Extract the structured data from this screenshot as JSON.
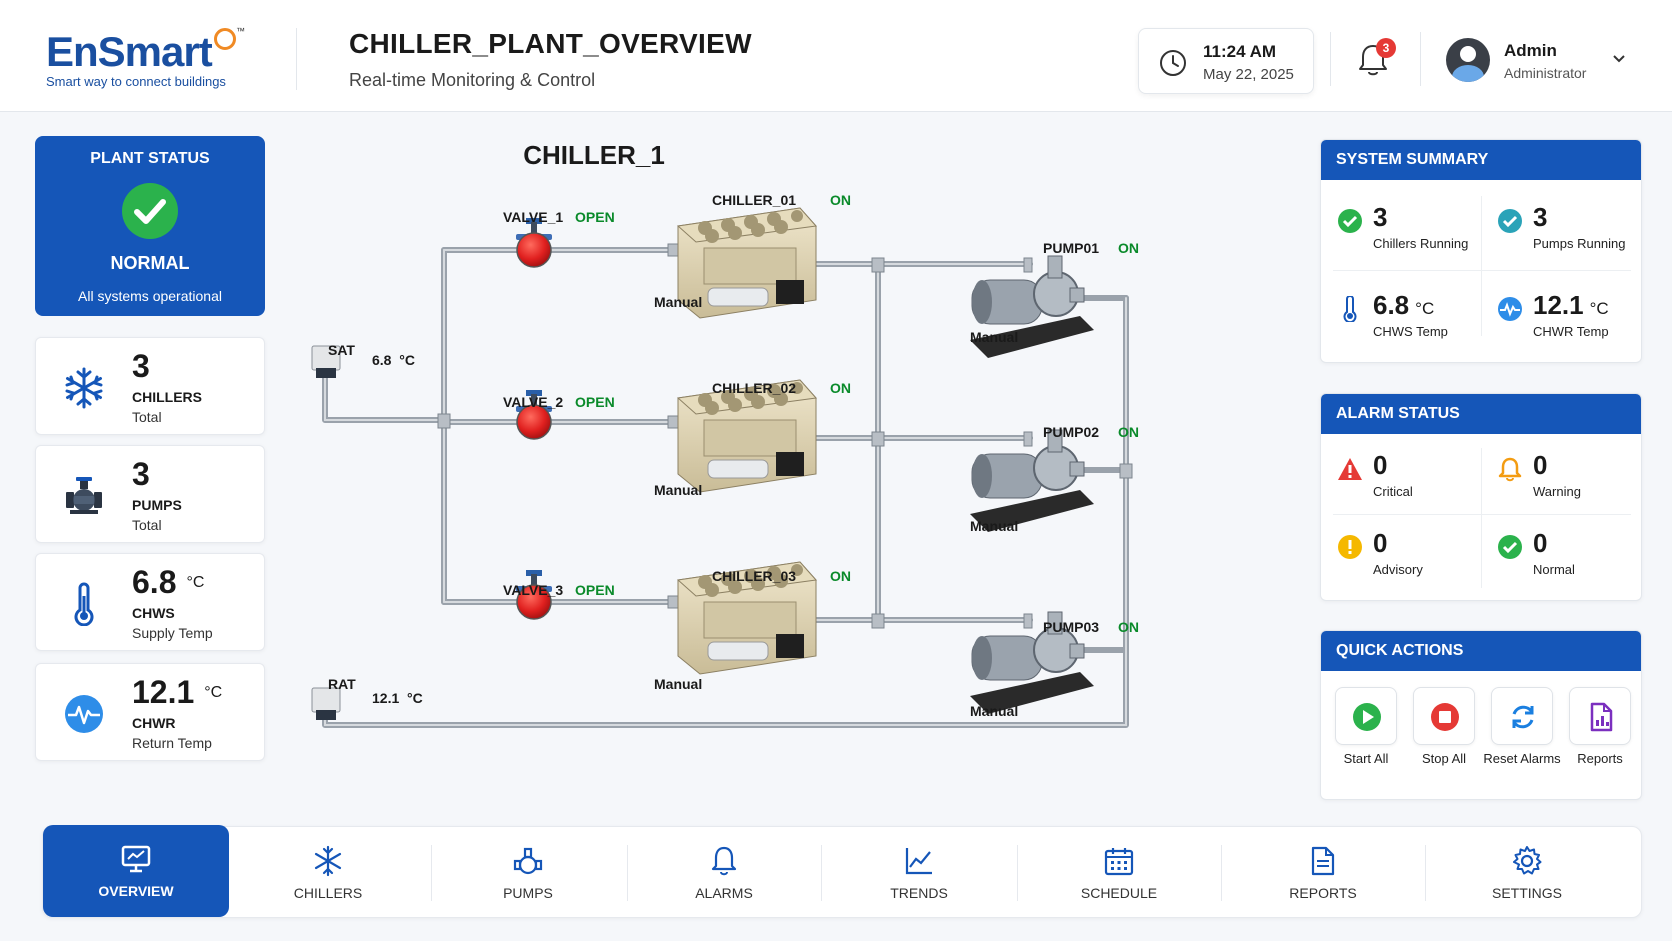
{
  "header": {
    "logo_en": "En",
    "logo_smart": "Smart",
    "logo_tm": "™",
    "logo_tagline": "Smart way to connect buildings",
    "title": "CHILLER_PLANT_OVERVIEW",
    "subtitle": "Real-time Monitoring & Control",
    "time": "11:24 AM",
    "date": "May 22, 2025",
    "notification_count": "3",
    "user_name": "Admin",
    "user_role": "Administrator"
  },
  "plant_status": {
    "title": "PLANT STATUS",
    "state": "NORMAL",
    "description": "All systems operational"
  },
  "stats": [
    {
      "value": "3",
      "unit": "",
      "label1": "CHILLERS",
      "label2": "Total",
      "icon": "snowflake-icon"
    },
    {
      "value": "3",
      "unit": "",
      "label1": "PUMPS",
      "label2": "Total",
      "icon": "pump-icon"
    },
    {
      "value": "6.8",
      "unit": "°C",
      "label1": "CHWS",
      "label2": "Supply Temp",
      "icon": "thermometer-icon"
    },
    {
      "value": "12.1",
      "unit": "°C",
      "label1": "CHWR",
      "label2": "Return Temp",
      "icon": "pulse-icon"
    }
  ],
  "schematic": {
    "title": "CHILLER_1",
    "sat_label": "SAT",
    "sat_value": "6.8  °C",
    "rat_label": "RAT",
    "rat_value": "12.1  °C",
    "valves": [
      {
        "name": "VALVE_1",
        "state": "OPEN"
      },
      {
        "name": "VALVE_2",
        "state": "OPEN"
      },
      {
        "name": "VALVE_3",
        "state": "OPEN"
      }
    ],
    "chillers": [
      {
        "name": "CHILLER_01",
        "state": "ON",
        "mode": "Manual"
      },
      {
        "name": "CHILLER_02",
        "state": "ON",
        "mode": "Manual"
      },
      {
        "name": "CHILLER_03",
        "state": "ON",
        "mode": "Manual"
      }
    ],
    "pumps": [
      {
        "name": "PUMP01",
        "state": "ON",
        "mode": "Manual"
      },
      {
        "name": "PUMP02",
        "state": "ON",
        "mode": "Manual"
      },
      {
        "name": "PUMP03",
        "state": "ON",
        "mode": "Manual"
      }
    ]
  },
  "system_summary": {
    "title": "SYSTEM SUMMARY",
    "chillers_running": "3",
    "chillers_running_label": "Chillers Running",
    "pumps_running": "3",
    "pumps_running_label": "Pumps Running",
    "chws_temp": "6.8",
    "chws_unit": "°C",
    "chws_label": "CHWS Temp",
    "chwr_temp": "12.1",
    "chwr_unit": "°C",
    "chwr_label": "CHWR Temp"
  },
  "alarm_status": {
    "title": "ALARM STATUS",
    "critical": "0",
    "critical_label": "Critical",
    "warning": "0",
    "warning_label": "Warning",
    "advisory": "0",
    "advisory_label": "Advisory",
    "normal": "0",
    "normal_label": "Normal"
  },
  "quick_actions": {
    "title": "QUICK ACTIONS",
    "start_all": "Start All",
    "stop_all": "Stop All",
    "reset_alarms": "Reset Alarms",
    "reports": "Reports"
  },
  "nav": {
    "overview": "OVERVIEW",
    "chillers": "CHILLERS",
    "pumps": "PUMPS",
    "alarms": "ALARMS",
    "trends": "TRENDS",
    "schedule": "SCHEDULE",
    "reports": "REPORTS",
    "settings": "SETTINGS"
  },
  "colors": {
    "primary": "#1556b8",
    "on_green": "#0a8a2a",
    "valve_red": "#e0201f",
    "critical_red": "#e53935",
    "warning_orange": "#f39c12"
  }
}
